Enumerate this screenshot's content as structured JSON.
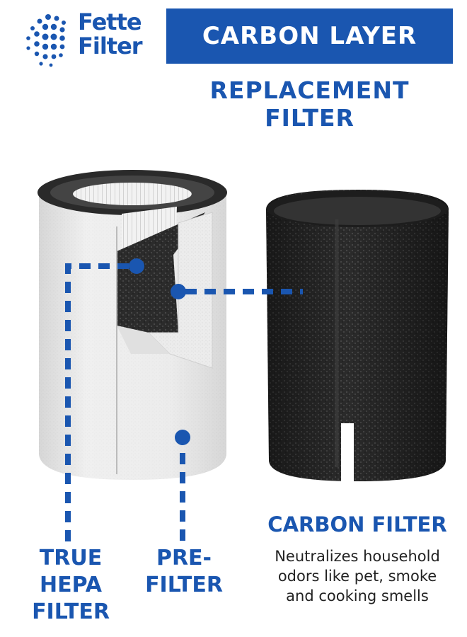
{
  "brand": {
    "line1": "Fette",
    "line2": "Filter",
    "color": "#1a56b0"
  },
  "header": {
    "banner": "CARBON LAYER",
    "subtitle": "REPLACEMENT FILTER"
  },
  "labels": {
    "hepa": [
      "TRUE",
      "HEPA",
      "FILTER"
    ],
    "pre": [
      "PRE-",
      "FILTER"
    ],
    "carbon_title": "CARBON FILTER",
    "carbon_desc": [
      "Neutralizes household",
      "odors like pet, smoke",
      "and cooking smells"
    ]
  },
  "icons": [
    "dotted-globe-logo-icon",
    "hepa-filter-cylinder",
    "carbon-filter-sleeve"
  ]
}
